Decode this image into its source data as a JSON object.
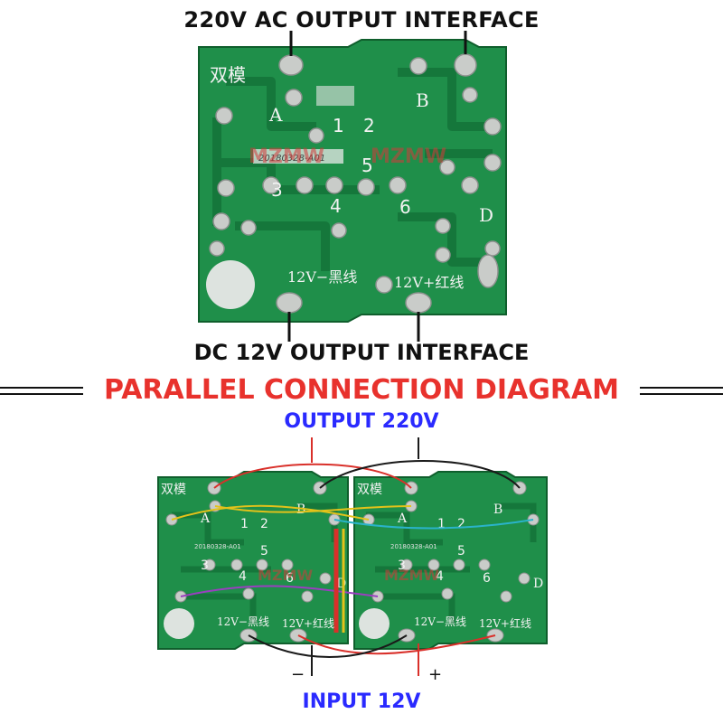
{
  "labels": {
    "top_interface": "220V AC OUTPUT INTERFACE",
    "dc_interface": "DC 12V OUTPUT INTERFACE",
    "banner_title": "PARALLEL CONNECTION DIAGRAM",
    "output": "OUTPUT 220V",
    "input": "INPUT 12V",
    "minus": "−",
    "plus": "+"
  },
  "board": {
    "mode_mark": "双模",
    "date_code": "20180328-A01",
    "pad_letters": [
      "A",
      "B",
      "D"
    ],
    "pad_numbers": [
      "1",
      "2",
      "3",
      "4",
      "5",
      "6"
    ],
    "neg_wire": "12V−黑线",
    "pos_wire": "12V+红线",
    "watermark": "MZMW"
  },
  "colors": {
    "board_green": "#1f8f4a",
    "board_dark": "#15773b",
    "pad_silver": "#c9ccc9",
    "banner_red": "#e8322d",
    "label_blue": "#2a2aff",
    "wire_red": "#d9302a",
    "wire_black": "#1a1a1a",
    "wire_yellow": "#e3c21a",
    "wire_purple": "#9a3fc0",
    "wire_cyan": "#2ab3c9"
  }
}
